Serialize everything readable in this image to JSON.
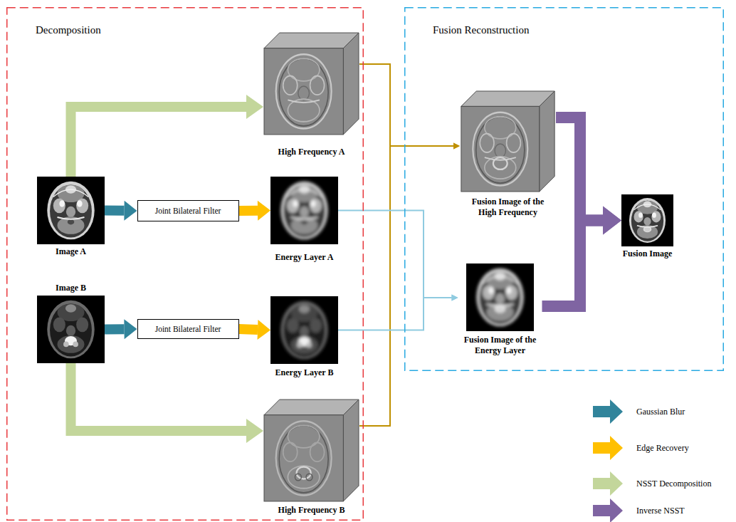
{
  "diagram": {
    "nodes": [
      {
        "text": [
          "Decomposition"
        ]
      },
      {
        "text": [
          "High Frequency A"
        ],
        "in": 0
      },
      {
        "text": [
          "Image A"
        ],
        "in": 0
      },
      {
        "text": [
          "Joint Bilateral Filter"
        ],
        "in": 0
      },
      {
        "text": [
          "Energy Layer A"
        ],
        "in": 0
      },
      {
        "text": [
          "Image B"
        ],
        "in": 0
      },
      {
        "text": [
          "Joint Bilateral Filter"
        ],
        "in": 0
      },
      {
        "text": [
          "Energy Layer B"
        ],
        "in": 0
      },
      {
        "text": [
          "High Frequency B"
        ],
        "in": 0
      },
      {
        "text": [
          "Fusion Reconstruction"
        ]
      },
      {
        "text": [
          "Fusion Image of the High Frequency"
        ],
        "in": 9
      },
      {
        "text": [
          "Fusion Image of the Energy Layer"
        ],
        "in": 9
      },
      {
        "text": [
          "Fusion Image"
        ],
        "in": 9
      }
    ],
    "edges": [
      {
        "from": 2,
        "to": 1,
        "arrow": "to"
      },
      {
        "from": 2,
        "to": 3,
        "arrow": "to"
      },
      {
        "from": 3,
        "to": 4,
        "arrow": "to"
      },
      {
        "from": 5,
        "to": 6,
        "arrow": "to"
      },
      {
        "from": 6,
        "to": 7,
        "arrow": "to"
      },
      {
        "from": 5,
        "to": 8,
        "arrow": "to"
      },
      {
        "from": 1,
        "to": 10,
        "arrow": "to"
      },
      {
        "from": 8,
        "to": 10,
        "arrow": "to"
      },
      {
        "from": 4,
        "to": 11,
        "arrow": "to"
      },
      {
        "from": 7,
        "to": 11,
        "arrow": "to"
      },
      {
        "from": 10,
        "to": 12,
        "arrow": "to"
      },
      {
        "from": 11,
        "to": 12,
        "arrow": "to"
      }
    ],
    "legend": [
      {
        "text": "Gaussian Blur",
        "color": "#31849b"
      },
      {
        "text": "Edge Recovery",
        "color": "#ffc000"
      },
      {
        "text": "NSST Decomposition",
        "color": "#c3d69b"
      },
      {
        "text": "Inverse NSST",
        "color": "#7f64a2"
      }
    ]
  }
}
